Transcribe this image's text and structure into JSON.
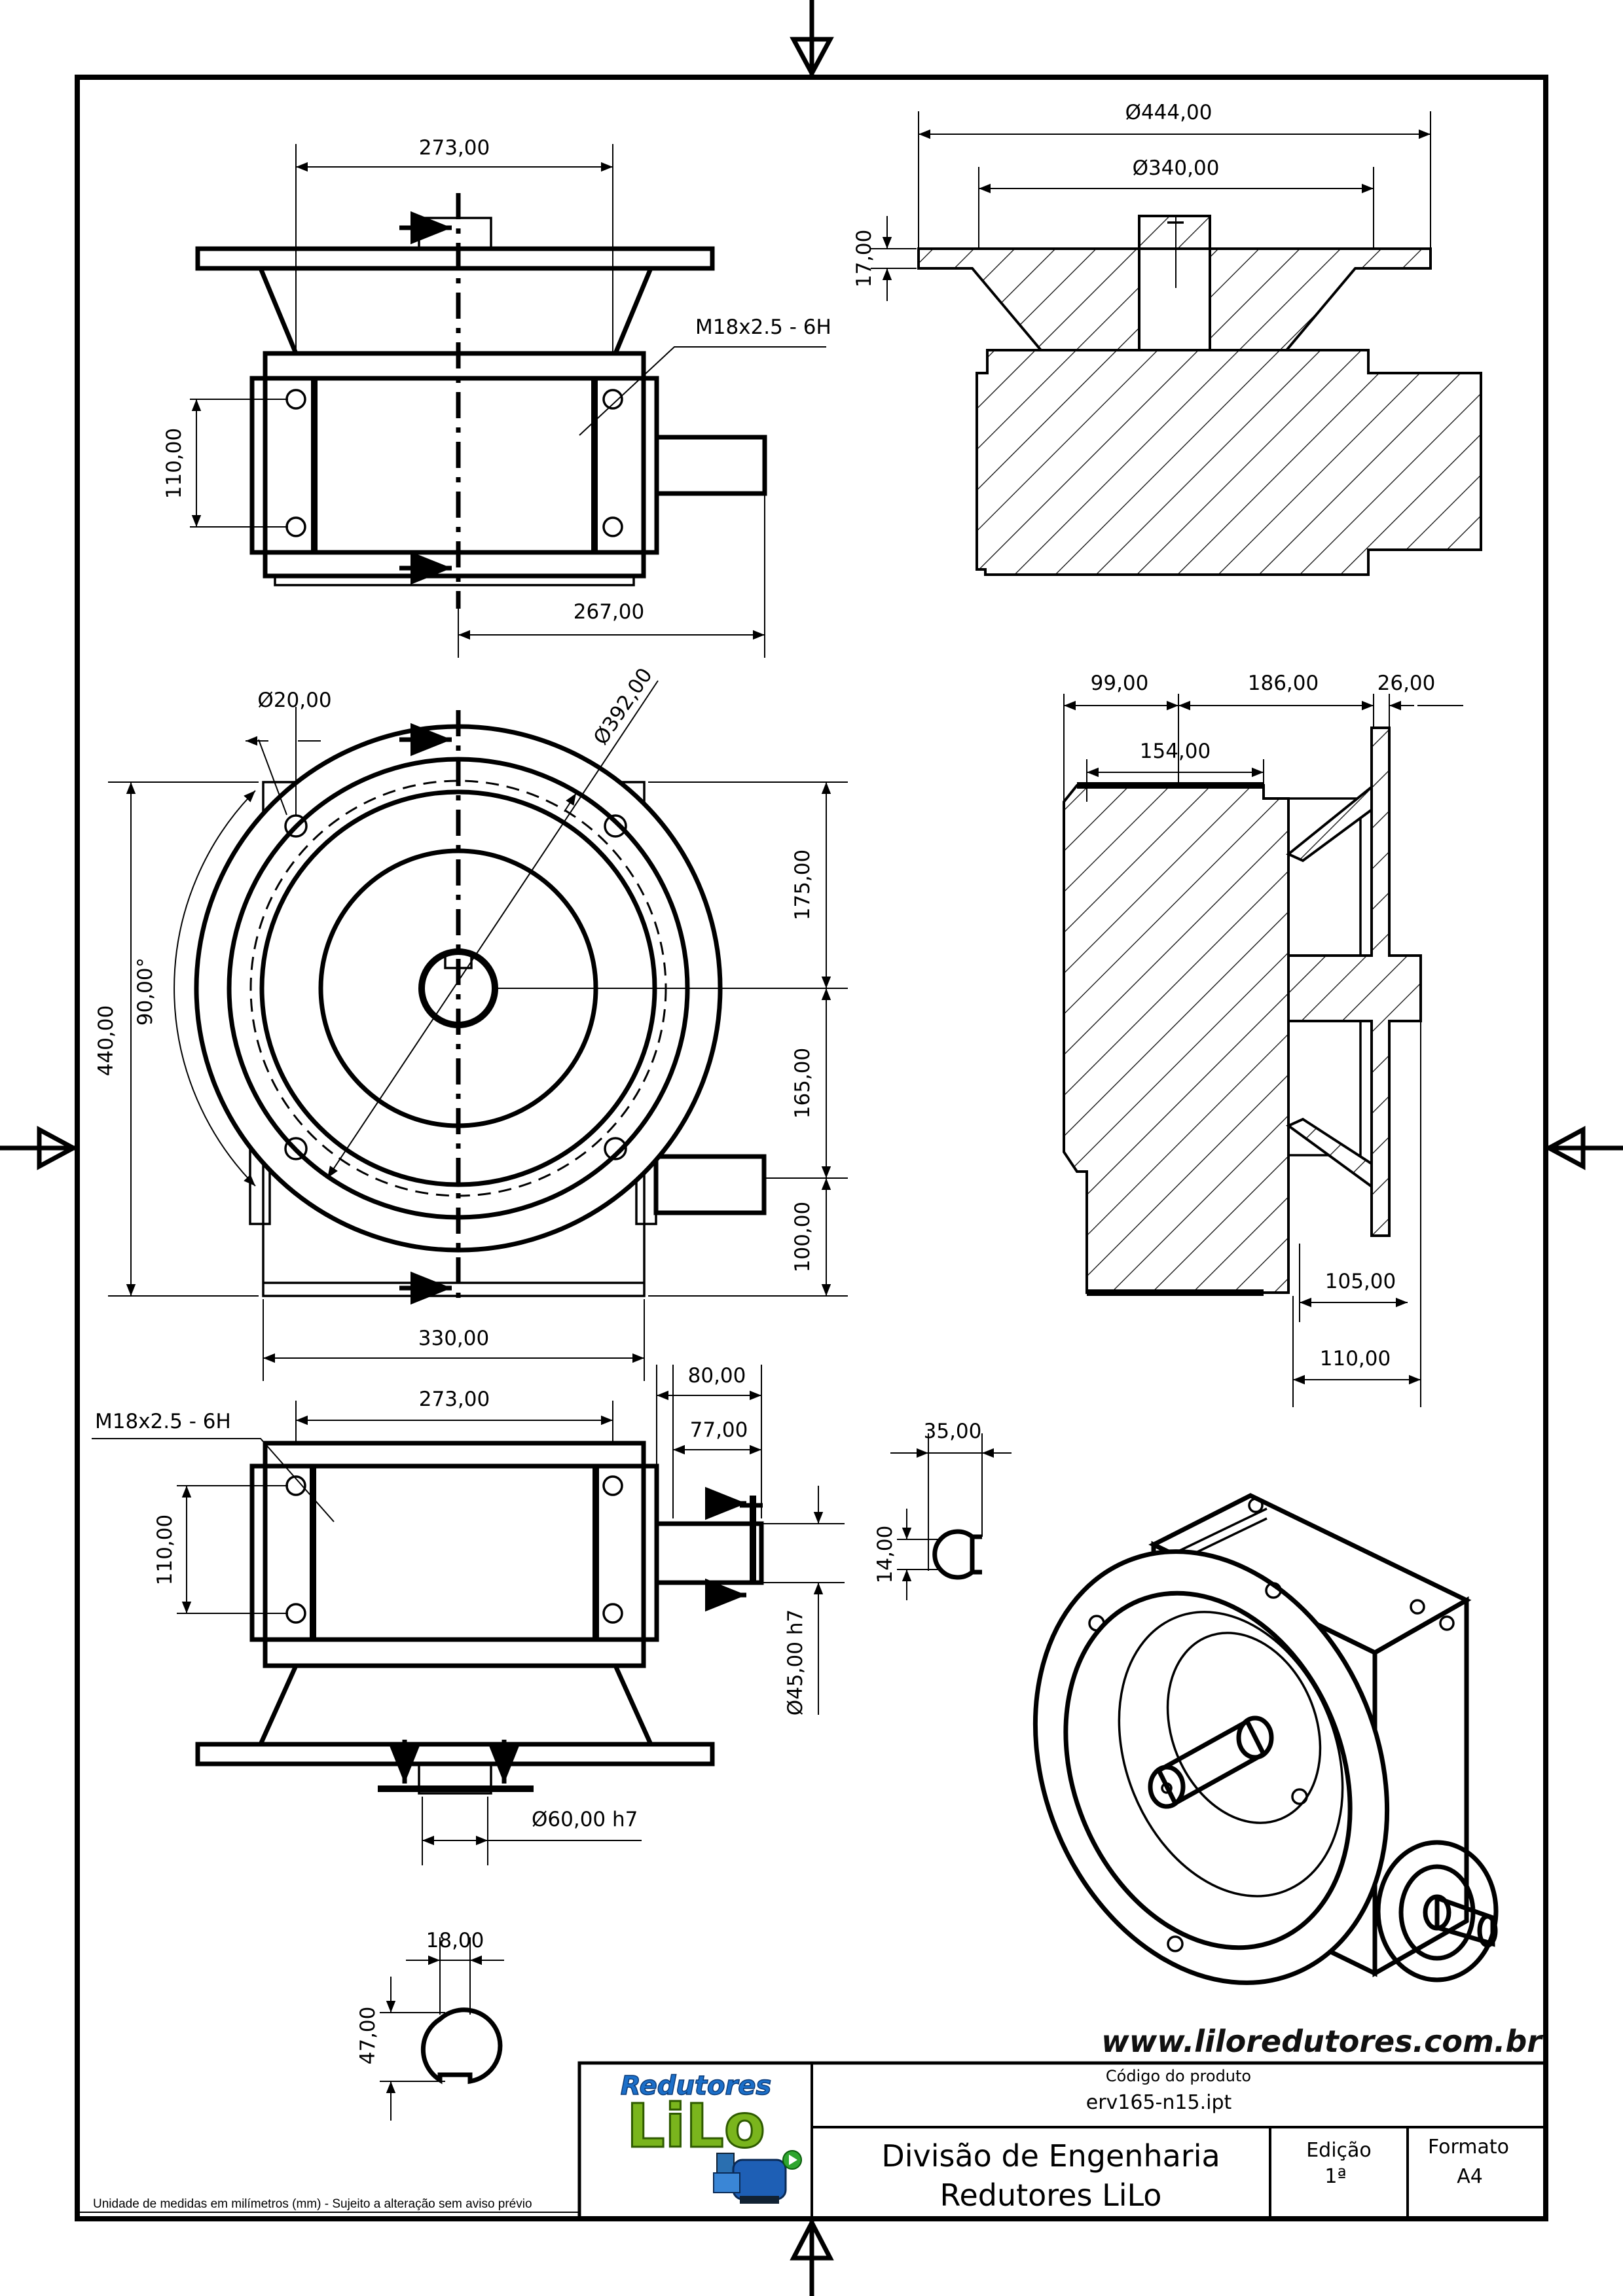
{
  "dimensions": {
    "top_width": "273,00",
    "top_shaft_len": "267,00",
    "top_bolt_spacing": "110,00",
    "top_thread": "M18x2.5 - 6H",
    "section_flange_outer": "Ø444,00",
    "section_flange_inner": "Ø340,00",
    "section_flange_thk": "17,00",
    "front_hole": "Ø20,00",
    "front_bolt_circle": "Ø392,00",
    "front_angle": "90,00°",
    "front_height": "440,00",
    "front_upper": "175,00",
    "front_mid": "165,00",
    "front_lower": "100,00",
    "front_width": "330,00",
    "side_99": "99,00",
    "side_186": "186,00",
    "side_26": "26,00",
    "side_154": "154,00",
    "side_105": "105,00",
    "side_110": "110,00",
    "bottom_width": "273,00",
    "bottom_thread": "M18x2.5 - 6H",
    "bottom_bolt_spacing": "110,00",
    "bottom_80": "80,00",
    "bottom_77": "77,00",
    "bottom_shaft_dia": "Ø45,00 h7",
    "bottom_hub_dia": "Ø60,00 h7",
    "key_small_w": "35,00",
    "key_small_h": "14,00",
    "key_large_w": "18,00",
    "key_large_h": "47,00"
  },
  "website": "www.liloredutores.com.br",
  "title_block": {
    "logo_top": "Redutores",
    "logo_main": "LiLo",
    "code_label": "Código do produto",
    "code_value": "erv165-n15.ipt",
    "division_line1": "Divisão de Engenharia",
    "division_line2": "Redutores LiLo",
    "edition_label": "Edição",
    "edition_value": "1ª",
    "format_label": "Formato",
    "format_value": "A4"
  },
  "units_note": "Unidade de medidas em milímetros (mm) - Sujeito a alteração sem aviso prévio"
}
